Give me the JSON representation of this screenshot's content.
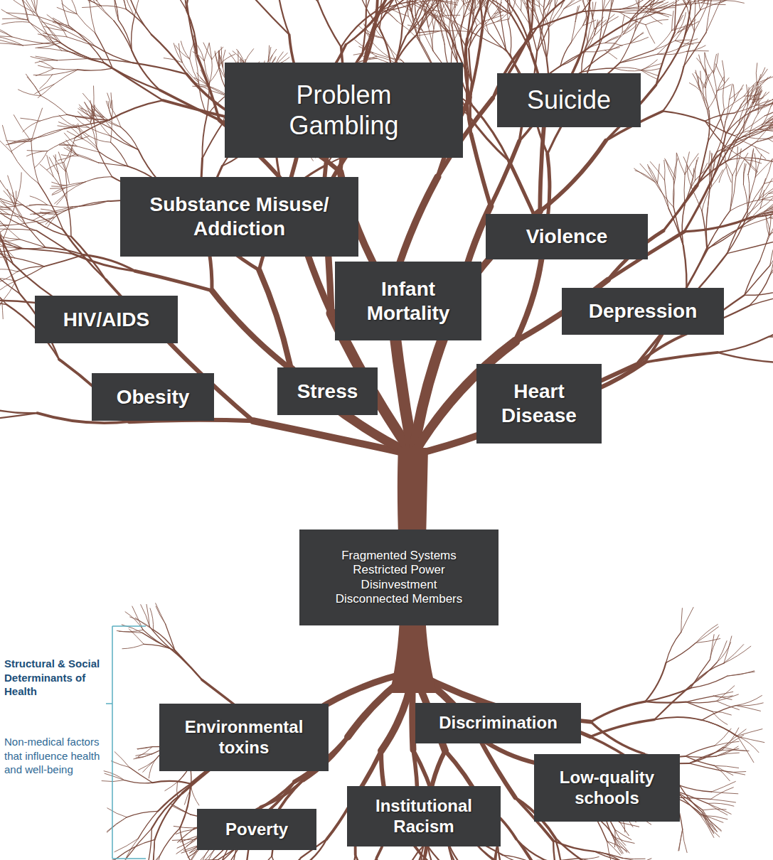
{
  "diagram": {
    "nodes": [
      {
        "text": [
          "Problem Gambling"
        ]
      },
      {
        "text": [
          "Suicide"
        ]
      },
      {
        "text": [
          "Substance Misuse/ Addiction"
        ]
      },
      {
        "text": [
          "Violence"
        ]
      },
      {
        "text": [
          "HIV/AIDS"
        ]
      },
      {
        "text": [
          "Infant Mortality"
        ]
      },
      {
        "text": [
          "Depression"
        ]
      },
      {
        "text": [
          "Obesity"
        ]
      },
      {
        "text": [
          "Stress"
        ]
      },
      {
        "text": [
          "Heart Disease"
        ]
      },
      {
        "text": [
          "Fragmented Systems",
          "Restricted Power",
          "Disinvestment",
          "Disconnected Members"
        ]
      },
      {
        "text": [
          "Environmental toxins"
        ]
      },
      {
        "text": [
          "Discrimination"
        ]
      },
      {
        "text": [
          "Low-quality schools"
        ]
      },
      {
        "text": [
          "Poverty"
        ]
      },
      {
        "text": [
          "Institutional Racism"
        ]
      }
    ],
    "labels": [
      "Structural & Social Determinants of Health",
      "Non-medical factors that influence health and well-being"
    ]
  }
}
